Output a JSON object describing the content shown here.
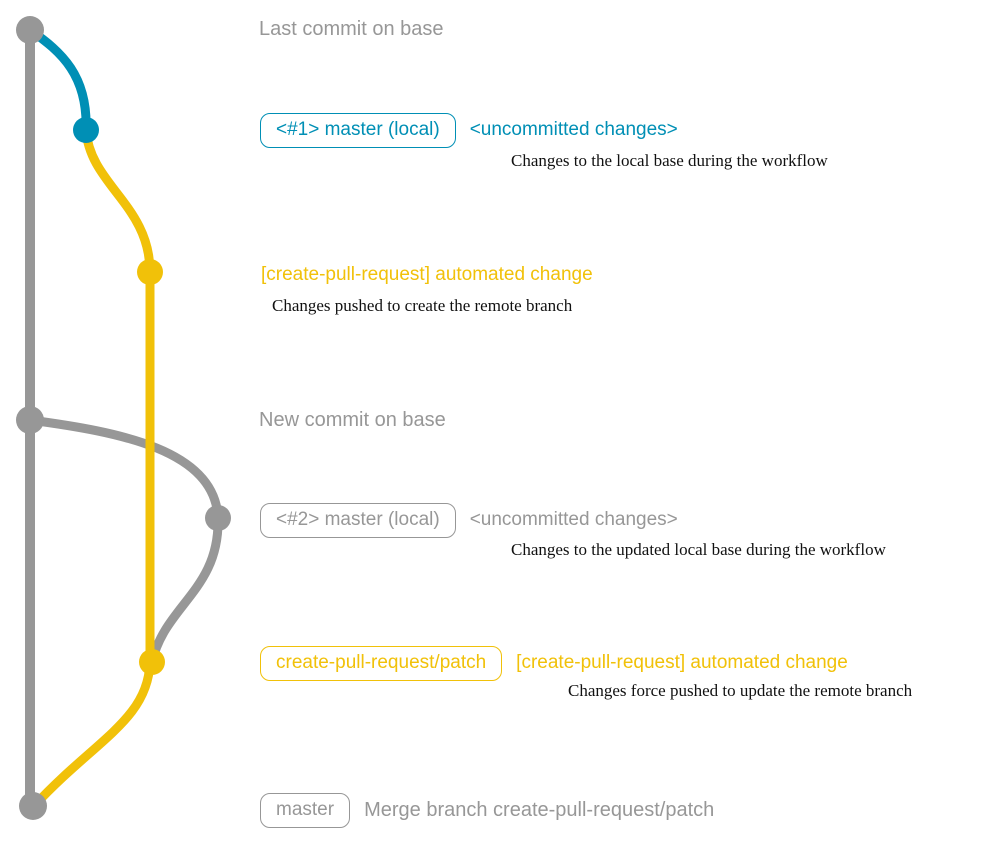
{
  "colors": {
    "gray": "#979797",
    "blue": "#008fb5",
    "yellow": "#f1c109",
    "caption": "#111111"
  },
  "labels": {
    "last_commit": {
      "text": "Last commit on base"
    },
    "row1": {
      "badge": "<#1> master (local)",
      "title": "<uncommitted changes>",
      "caption": "Changes to the local base during the workflow"
    },
    "row2": {
      "title": "[create-pull-request] automated change",
      "caption": "Changes pushed to create the remote branch"
    },
    "new_commit": {
      "text": "New commit on base"
    },
    "row3": {
      "badge": "<#2> master (local)",
      "title": "<uncommitted changes>",
      "caption": "Changes to the updated local base during the workflow"
    },
    "row4": {
      "badge": "create-pull-request/patch",
      "title": "[create-pull-request] automated change",
      "caption": "Changes force pushed to update the remote branch"
    },
    "row5": {
      "badge": "master",
      "title": "Merge branch create-pull-request/patch"
    }
  }
}
